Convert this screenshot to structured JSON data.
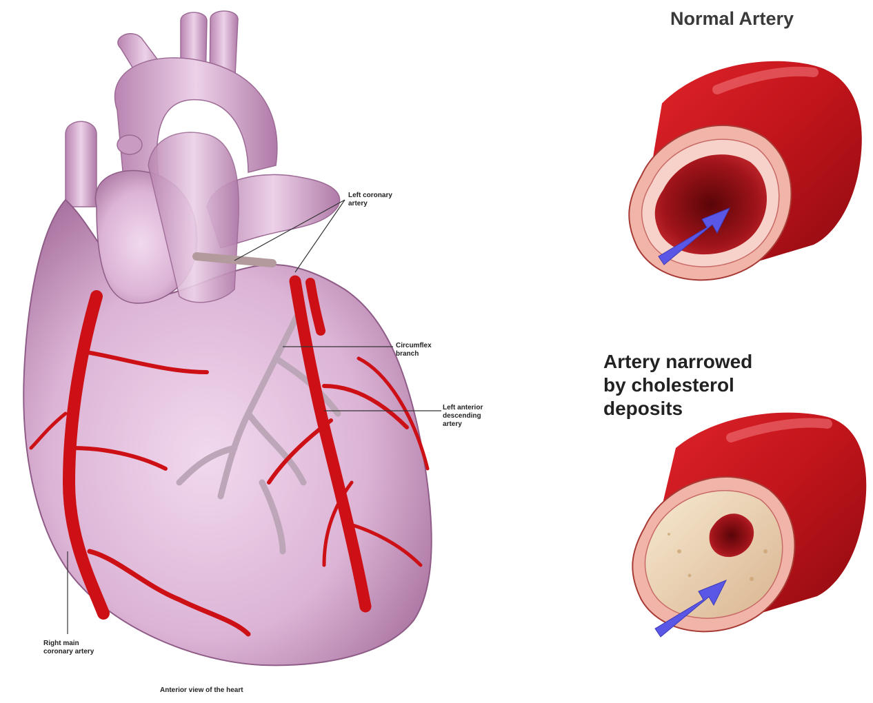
{
  "titles": {
    "normal_artery": "Normal Artery",
    "narrowed_artery": "Artery narrowed\nby cholesterol\ndeposits"
  },
  "heart_labels": {
    "left_coronary": "Left coronary\nartery",
    "circumflex": "Circumflex\nbranch",
    "lad": "Left anterior\ndescending\nartery",
    "right_main": "Right main\ncoronary artery",
    "caption": "Anterior view of the heart"
  },
  "colors": {
    "heart_fill": "#dcb4d6",
    "heart_shade": "#b883b0",
    "artery_red": "#cc1016",
    "vein_gray": "#b9a1b3",
    "flow_arrow": "#5a57e6"
  }
}
